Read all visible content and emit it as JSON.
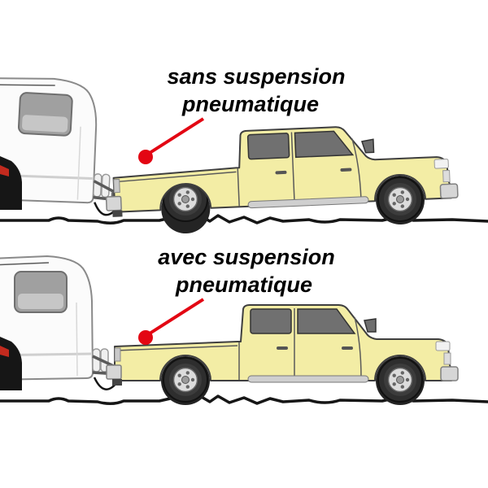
{
  "colors": {
    "truck_body": "#f3eda5",
    "marker_red": "#e30613",
    "trailer_body": "#fbfbfb",
    "ground": "#161616"
  },
  "scenes": [
    {
      "name": "without-air-suspension",
      "caption_line1": "sans suspension",
      "caption_line2": "pneumatique"
    },
    {
      "name": "with-air-suspension",
      "caption_line1": "avec suspension",
      "caption_line2": "pneumatique"
    }
  ]
}
